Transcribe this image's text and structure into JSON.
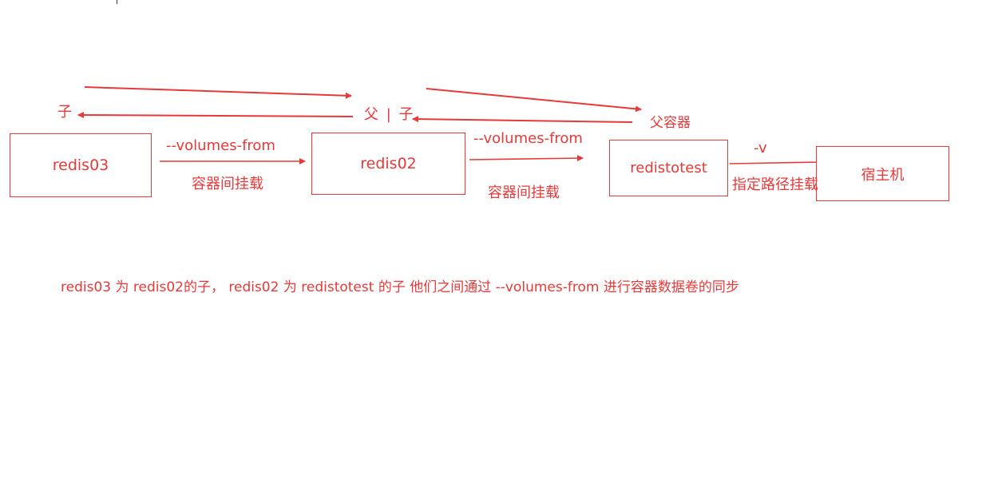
{
  "colors": {
    "accent": "#e8393a",
    "background": "#ffffff"
  },
  "nodes": [
    {
      "id": "redis03",
      "label": "redis03"
    },
    {
      "id": "redis02",
      "label": "redis02"
    },
    {
      "id": "redistotest",
      "label": "redistotest"
    },
    {
      "id": "host",
      "label": "宿主机"
    }
  ],
  "edges": [
    {
      "from": "redis03",
      "to": "redis02",
      "top_label": "--volumes-from",
      "bottom_label": "容器间挂载"
    },
    {
      "from": "redis02",
      "to": "redistotest",
      "top_label": "--volumes-from",
      "bottom_label": "容器间挂载"
    },
    {
      "from": "redistotest",
      "to": "host",
      "top_label": "-v",
      "bottom_label": "指定路径挂载"
    }
  ],
  "relations": {
    "child_label": "子",
    "parent_child_label": "父 | 子",
    "parent_container_label": "父容器"
  },
  "caption": "redis03 为 redis02的子， redis02 为 redistotest 的子  他们之间通过 --volumes-from 进行容器数据卷的同步"
}
